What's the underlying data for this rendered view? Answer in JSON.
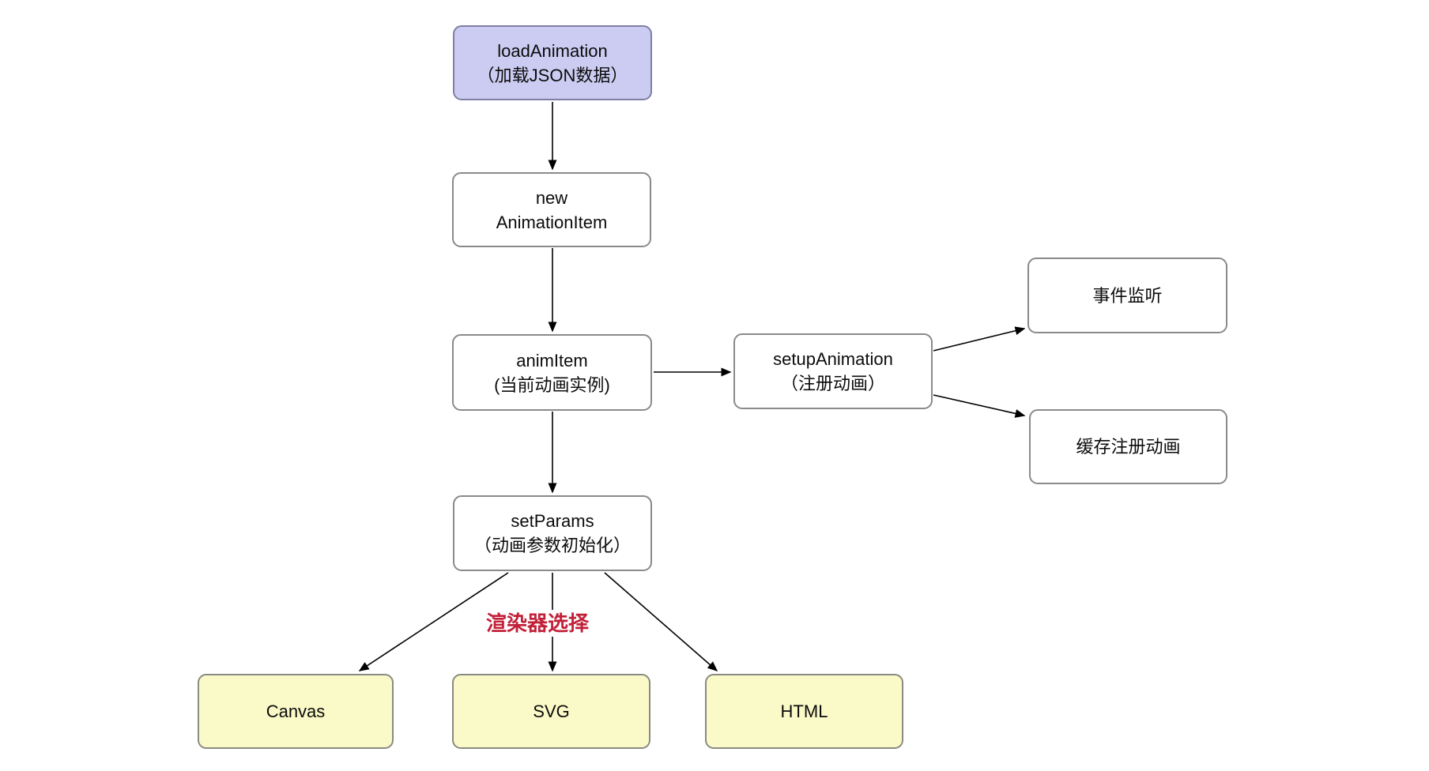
{
  "diagram": {
    "background_color": "#ffffff",
    "arrow_color": "#000000",
    "colors": {
      "start_node_fill": "#ccccf2",
      "default_node_fill": "#ffffff",
      "renderer_node_fill": "#fafac8",
      "node_border": "#8a8a8a",
      "edge_label_red": "#c12038"
    },
    "nodes": {
      "load_animation": {
        "line1": "loadAnimation",
        "line2": "（加载JSON数据）"
      },
      "new_animation_item": {
        "line1": "new",
        "line2": "AnimationItem"
      },
      "anim_item": {
        "line1": "animItem",
        "line2": "(当前动画实例)"
      },
      "setup_animation": {
        "line1": "setupAnimation",
        "line2": "（注册动画）"
      },
      "event_listener": {
        "line1": "事件监听"
      },
      "cache_registered": {
        "line1": "缓存注册动画"
      },
      "set_params": {
        "line1": "setParams",
        "line2": "（动画参数初始化）"
      },
      "canvas": {
        "line1": "Canvas"
      },
      "svg": {
        "line1": "SVG"
      },
      "html": {
        "line1": "HTML"
      }
    },
    "edge_label": "渲染器选择",
    "edges": [
      {
        "from": "load_animation",
        "to": "new_animation_item"
      },
      {
        "from": "new_animation_item",
        "to": "anim_item"
      },
      {
        "from": "anim_item",
        "to": "setup_animation"
      },
      {
        "from": "setup_animation",
        "to": "event_listener"
      },
      {
        "from": "setup_animation",
        "to": "cache_registered"
      },
      {
        "from": "anim_item",
        "to": "set_params"
      },
      {
        "from": "set_params",
        "to": "canvas",
        "label": "渲染器选择"
      },
      {
        "from": "set_params",
        "to": "svg",
        "label": "渲染器选择"
      },
      {
        "from": "set_params",
        "to": "html",
        "label": "渲染器选择"
      }
    ]
  }
}
